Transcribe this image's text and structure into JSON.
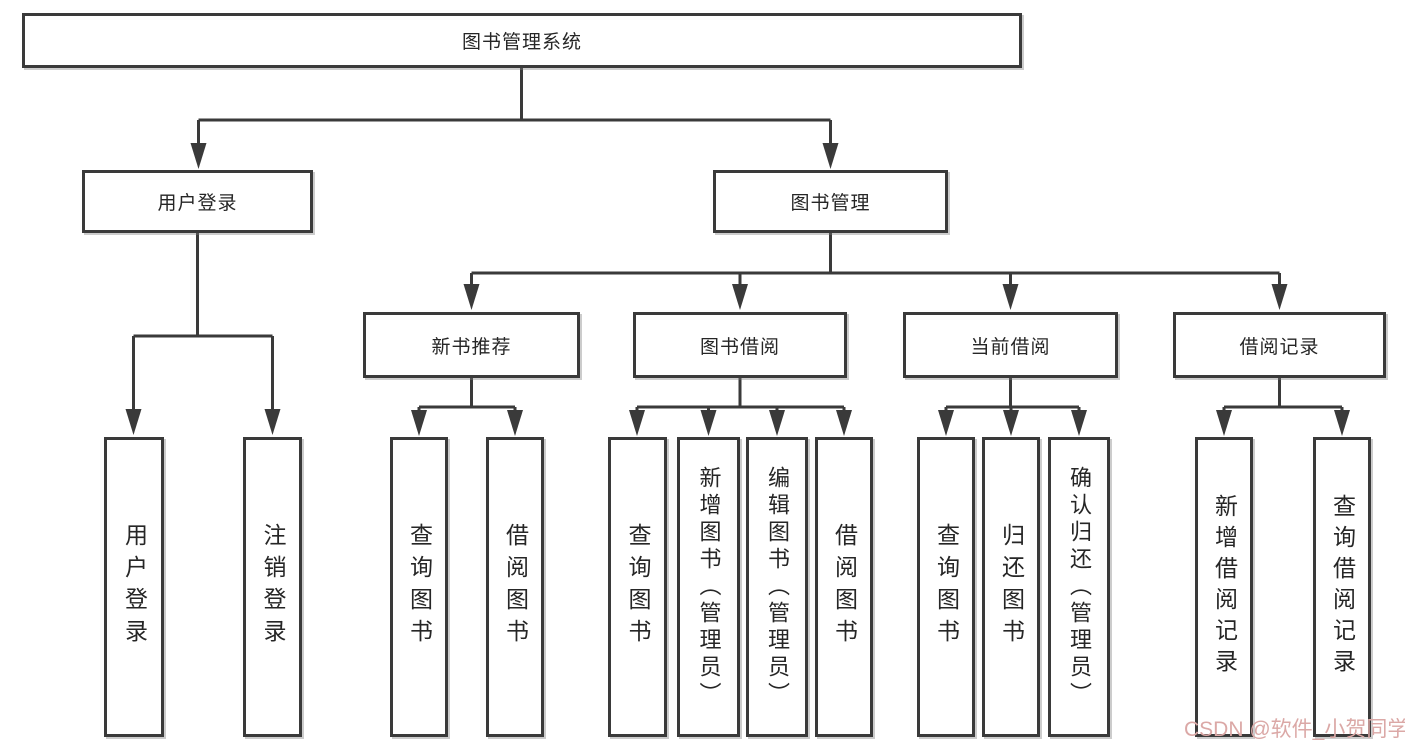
{
  "tree": {
    "label": "图书管理系统",
    "children": [
      {
        "label": "用户登录",
        "children": [
          {
            "label": "用户登录"
          },
          {
            "label": "注销登录"
          }
        ]
      },
      {
        "label": "图书管理",
        "children": [
          {
            "label": "新书推荐",
            "children": [
              {
                "label": "查询图书"
              },
              {
                "label": "借阅图书"
              }
            ]
          },
          {
            "label": "图书借阅",
            "children": [
              {
                "label": "查询图书"
              },
              {
                "label": "新增图书（管理员）"
              },
              {
                "label": "编辑图书（管理员）"
              },
              {
                "label": "借阅图书"
              }
            ]
          },
          {
            "label": "当前借阅",
            "children": [
              {
                "label": "查询图书"
              },
              {
                "label": "归还图书"
              },
              {
                "label": "确认归还（管理员）"
              }
            ]
          },
          {
            "label": "借阅记录",
            "children": [
              {
                "label": "新增借阅记录"
              },
              {
                "label": "查询借阅记录"
              }
            ]
          }
        ]
      }
    ]
  },
  "watermark": "CSDN @软件_小贺同学",
  "colors": {
    "line": "#3a3a3a",
    "text": "#262626",
    "watermark": "#dba8a6",
    "box-bg": "#ffffff"
  }
}
